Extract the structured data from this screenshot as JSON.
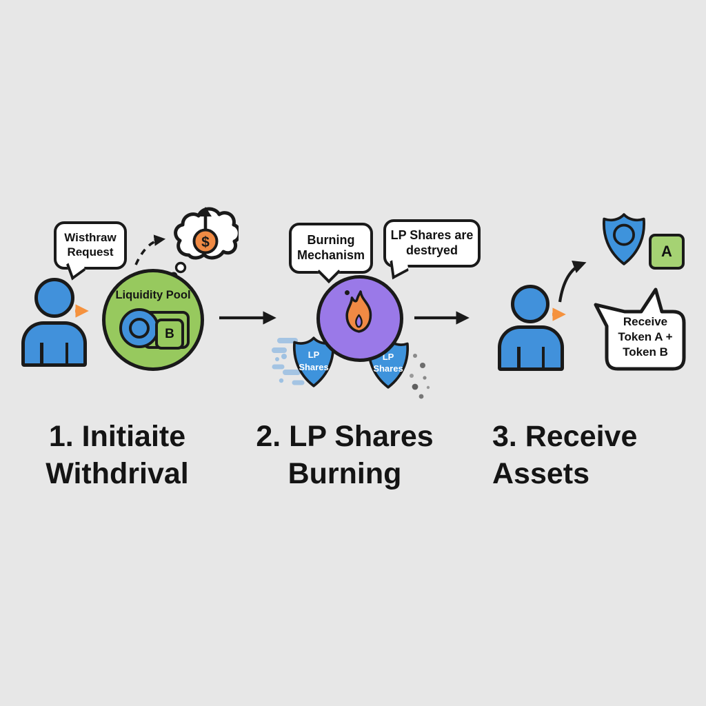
{
  "diagram_title": "Liquidity pool withdrawal process",
  "colors": {
    "background": "#e7e7e7",
    "outline": "#1a1a1a",
    "person_blue": "#4191db",
    "shield_blue": "#3e93dc",
    "pool_green": "#97c95e",
    "token_green": "#a5d273",
    "accent_purple": "#9a79e8",
    "accent_orange": "#f08a44",
    "streak_blue": "#7fb0e0",
    "bubble_white": "#ffffff",
    "caption_black": "#141414"
  },
  "step1": {
    "bubble": "Wisthraw\nRequest",
    "pool_label": "Liquidity Pool",
    "coin_symbol": "$",
    "token_b": "B",
    "caption": "1. Initiaite\nWithdrival"
  },
  "step2": {
    "bubble_left": "Burning\nMechanism",
    "bubble_right": "LP Shares are\ndestryed",
    "shield_left": "LP\nShares",
    "shield_right": "LP\nShares",
    "caption": "2. LP Shares\nBurning"
  },
  "step3": {
    "token_a": "A",
    "bubble": "Receive\nToken A +\nToken B",
    "caption": "3. Receive\nAssets"
  }
}
